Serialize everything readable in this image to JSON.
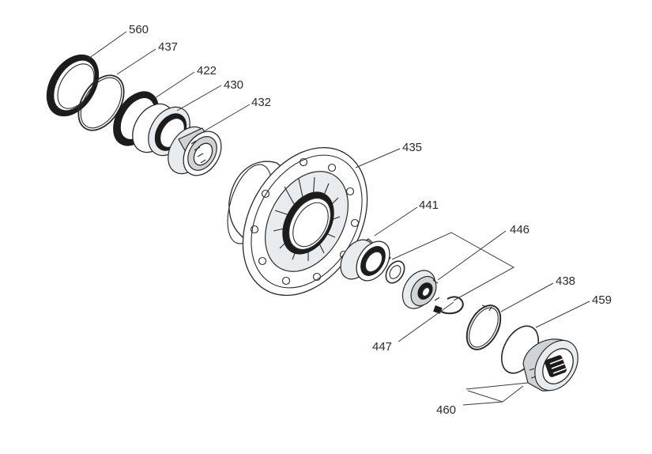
{
  "diagram": {
    "type": "exploded-parts-view",
    "callouts": [
      {
        "id": "c560",
        "label": "560"
      },
      {
        "id": "c437",
        "label": "437"
      },
      {
        "id": "c422",
        "label": "422"
      },
      {
        "id": "c430",
        "label": "430"
      },
      {
        "id": "c432",
        "label": "432"
      },
      {
        "id": "c435",
        "label": "435"
      },
      {
        "id": "c441",
        "label": "441"
      },
      {
        "id": "c446",
        "label": "446"
      },
      {
        "id": "c438",
        "label": "438"
      },
      {
        "id": "c459",
        "label": "459"
      },
      {
        "id": "c447",
        "label": "447"
      },
      {
        "id": "c460",
        "label": "460"
      }
    ]
  }
}
